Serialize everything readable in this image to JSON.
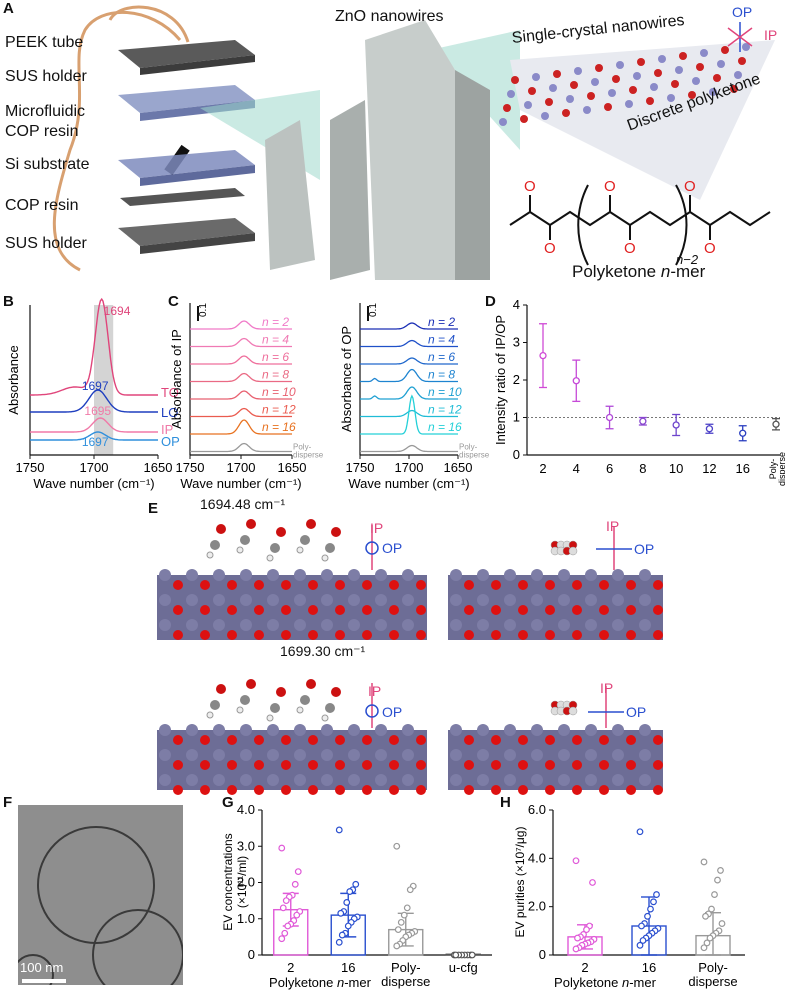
{
  "panels": {
    "A": "A",
    "B": "B",
    "C": "C",
    "D": "D",
    "E": "E",
    "F": "F",
    "G": "G",
    "H": "H"
  },
  "panelA": {
    "labels": [
      "PEEK tube",
      "SUS holder",
      "Microfluidic",
      "COP resin",
      "Si substrate",
      "COP resin",
      "SUS holder"
    ],
    "nanowires_title": "ZnO nanowires",
    "single_crystal": "Single-crystal nanowires",
    "discrete": "Discrete polyketone",
    "op": "OP",
    "ip": "IP",
    "formula_sub": "n−2",
    "polyketone_label_a": "Polyketone ",
    "polyketone_label_n": "n",
    "polyketone_label_b": "-mer",
    "o": "O"
  },
  "chart_data": [
    {
      "id": "B",
      "type": "line",
      "ylabel": "Absorbance",
      "xlabel": "Wave number (cm⁻¹)",
      "xlim": [
        1750,
        1650
      ],
      "xticks": [
        "1750",
        "1700",
        "1650"
      ],
      "shade": [
        1700,
        1685
      ],
      "series": [
        {
          "name": "TO",
          "color": "#e0457b",
          "peak": 1694,
          "peak_label": "1694"
        },
        {
          "name": "LO",
          "color": "#1f3fbf",
          "peak": 1697,
          "peak_label": "1697"
        },
        {
          "name": "IP",
          "color": "#f07aa8",
          "peak": 1695,
          "peak_label": "1695"
        },
        {
          "name": "OP",
          "color": "#2f8fdc",
          "peak": 1697,
          "peak_label": "1697"
        }
      ]
    },
    {
      "id": "C-IP",
      "type": "line",
      "ylabel": "Absorbance of IP",
      "xlabel": "Wave number (cm⁻¹)",
      "xticks": [
        "1750",
        "1700",
        "1650"
      ],
      "scale": "0.1",
      "series": [
        {
          "name": "n = 2",
          "color": "#f07ac8"
        },
        {
          "name": "n = 4",
          "color": "#f07ab4"
        },
        {
          "name": "n = 6",
          "color": "#ef6f9c"
        },
        {
          "name": "n = 8",
          "color": "#ea6a84"
        },
        {
          "name": "n = 10",
          "color": "#e86070"
        },
        {
          "name": "n = 12",
          "color": "#ea5b4f"
        },
        {
          "name": "n = 16",
          "color": "#e87220"
        },
        {
          "name": "Poly-\ndisperse",
          "color": "#999999"
        }
      ]
    },
    {
      "id": "C-OP",
      "type": "line",
      "ylabel": "Absorbance of OP",
      "xlabel": "Wave number (cm⁻¹)",
      "xticks": [
        "1750",
        "1700",
        "1650"
      ],
      "scale": "0.1",
      "series": [
        {
          "name": "n = 2",
          "color": "#1b2fb5"
        },
        {
          "name": "n = 4",
          "color": "#1f50c8"
        },
        {
          "name": "n = 6",
          "color": "#2068cc"
        },
        {
          "name": "n = 8",
          "color": "#1e84d0"
        },
        {
          "name": "n = 10",
          "color": "#1ea0d2"
        },
        {
          "name": "n = 12",
          "color": "#1fbcd6"
        },
        {
          "name": "n = 16",
          "color": "#25d0d8"
        },
        {
          "name": "Poly-\ndisperse",
          "color": "#999999"
        }
      ]
    },
    {
      "id": "D",
      "type": "scatter",
      "ylabel": "Intensity ratio of IP/OP",
      "categories": [
        "2",
        "4",
        "6",
        "8",
        "10",
        "12",
        "16",
        "Poly-\ndisperse"
      ],
      "values": [
        2.65,
        1.98,
        1.0,
        0.9,
        0.8,
        0.7,
        0.58,
        0.82
      ],
      "err": [
        0.85,
        0.55,
        0.3,
        0.1,
        0.28,
        0.12,
        0.2,
        0.15
      ],
      "colors": [
        "#d04ad6",
        "#c64ad8",
        "#b04ad8",
        "#8a48d0",
        "#6d44cc",
        "#4d42c8",
        "#2a3fc0",
        "#555555"
      ],
      "ylim": [
        0,
        4
      ],
      "yticks": [
        "0",
        "1",
        "2",
        "3",
        "4"
      ],
      "refline": 1
    },
    {
      "id": "G",
      "type": "bar",
      "ylabel": "EV concentrations",
      "ylabel2": "(×10¹¹/ml)",
      "categories": [
        "2",
        "16",
        "Poly-\ndisperse",
        "u-cfg"
      ],
      "xlabel": "Polyketone n-mer",
      "values": [
        1.25,
        1.1,
        0.7,
        0.02
      ],
      "err": [
        0.45,
        0.6,
        0.45,
        0.01
      ],
      "colors": [
        "#e05ad8",
        "#2a4fcf",
        "#999999",
        "#555555"
      ],
      "ylim": [
        0,
        4
      ],
      "yticks": [
        "0",
        "1.0",
        "2.0",
        "3.0",
        "4.0"
      ],
      "points": [
        [
          2.95,
          2.3,
          1.95,
          1.65,
          1.6,
          1.5,
          1.3,
          1.2,
          1.1,
          0.95,
          0.85,
          0.8,
          0.6,
          0.45
        ],
        [
          3.45,
          1.95,
          1.8,
          1.75,
          1.45,
          1.2,
          1.15,
          1.05,
          1.0,
          0.9,
          0.8,
          0.6,
          0.55,
          0.35
        ],
        [
          3.0,
          1.9,
          1.8,
          1.3,
          1.1,
          0.9,
          0.7,
          0.65,
          0.6,
          0.55,
          0.5,
          0.4,
          0.3,
          0.25
        ],
        [
          0,
          0,
          0,
          0,
          0,
          0,
          0,
          0
        ]
      ]
    },
    {
      "id": "H",
      "type": "bar",
      "ylabel": "EV purities (×10⁷/μg)",
      "categories": [
        "2",
        "16",
        "Poly-\ndisperse"
      ],
      "xlabel": "Polyketone n-mer",
      "values": [
        0.75,
        1.2,
        0.8
      ],
      "err": [
        0.5,
        1.2,
        0.95
      ],
      "colors": [
        "#e05ad8",
        "#2a4fcf",
        "#999999"
      ],
      "ylim": [
        0,
        6
      ],
      "yticks": [
        "0",
        "2.0",
        "4.0",
        "6.0"
      ],
      "points": [
        [
          3.9,
          3.0,
          1.2,
          1.05,
          0.85,
          0.75,
          0.7,
          0.65,
          0.55,
          0.5,
          0.45,
          0.4,
          0.3,
          0.25
        ],
        [
          5.1,
          2.5,
          2.2,
          1.9,
          1.6,
          1.3,
          1.2,
          1.1,
          1.0,
          0.9,
          0.8,
          0.7,
          0.6,
          0.4
        ],
        [
          3.85,
          3.5,
          3.1,
          2.5,
          1.9,
          1.7,
          1.6,
          1.3,
          1.0,
          0.9,
          0.8,
          0.7,
          0.5,
          0.3
        ]
      ]
    }
  ],
  "panelE": {
    "freq1": "1694.48 cm⁻¹",
    "freq2": "1699.30 cm⁻¹",
    "ip": "IP",
    "op": "OP"
  },
  "panelF": {
    "scale_bar": "100 nm"
  },
  "common": {
    "polyketone_a": "Polyketone ",
    "polyketone_n": "n",
    "polyketone_b": "-mer"
  }
}
